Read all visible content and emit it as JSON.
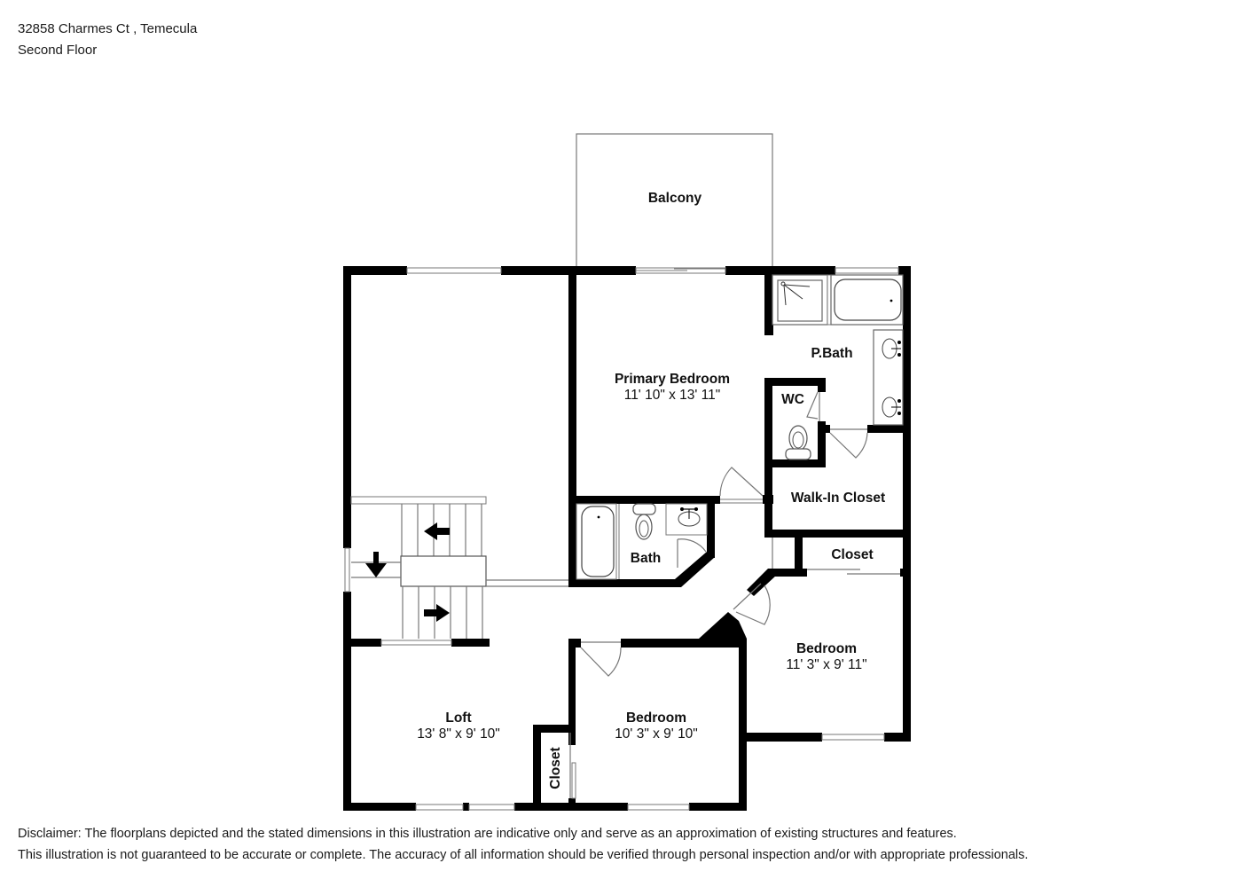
{
  "header": {
    "address": "32858 Charmes Ct , Temecula",
    "floor": "Second Floor"
  },
  "rooms": {
    "balcony": {
      "name": "Balcony"
    },
    "primary_bedroom": {
      "name": "Primary Bedroom",
      "dimensions": "11' 10\" x 13' 11\""
    },
    "p_bath": {
      "name": "P.Bath"
    },
    "wc": {
      "name": "WC"
    },
    "walk_in_closet": {
      "name": "Walk-In Closet"
    },
    "bath": {
      "name": "Bath"
    },
    "closet_right": {
      "name": "Closet"
    },
    "bedroom_right": {
      "name": "Bedroom",
      "dimensions": "11' 3\" x 9' 11\""
    },
    "loft": {
      "name": "Loft",
      "dimensions": "13' 8\" x 9' 10\""
    },
    "bedroom_bottom": {
      "name": "Bedroom",
      "dimensions": "10' 3\" x 9' 10\""
    },
    "closet_bottom": {
      "name": "Closet"
    }
  },
  "stairs": {
    "arrows": [
      "left-arrow",
      "down-arrow",
      "right-arrow"
    ]
  },
  "disclaimer": {
    "line1": "Disclaimer: The floorplans depicted and the stated dimensions in this illustration are indicative only and serve as an approximation of existing structures and features.",
    "line2": "This illustration is not guaranteed to be accurate or complete. The accuracy of all information should be verified through personal inspection and/or with appropriate professionals."
  },
  "colors": {
    "wall": "#000000",
    "background": "#ffffff",
    "fixture_line": "#555555"
  }
}
